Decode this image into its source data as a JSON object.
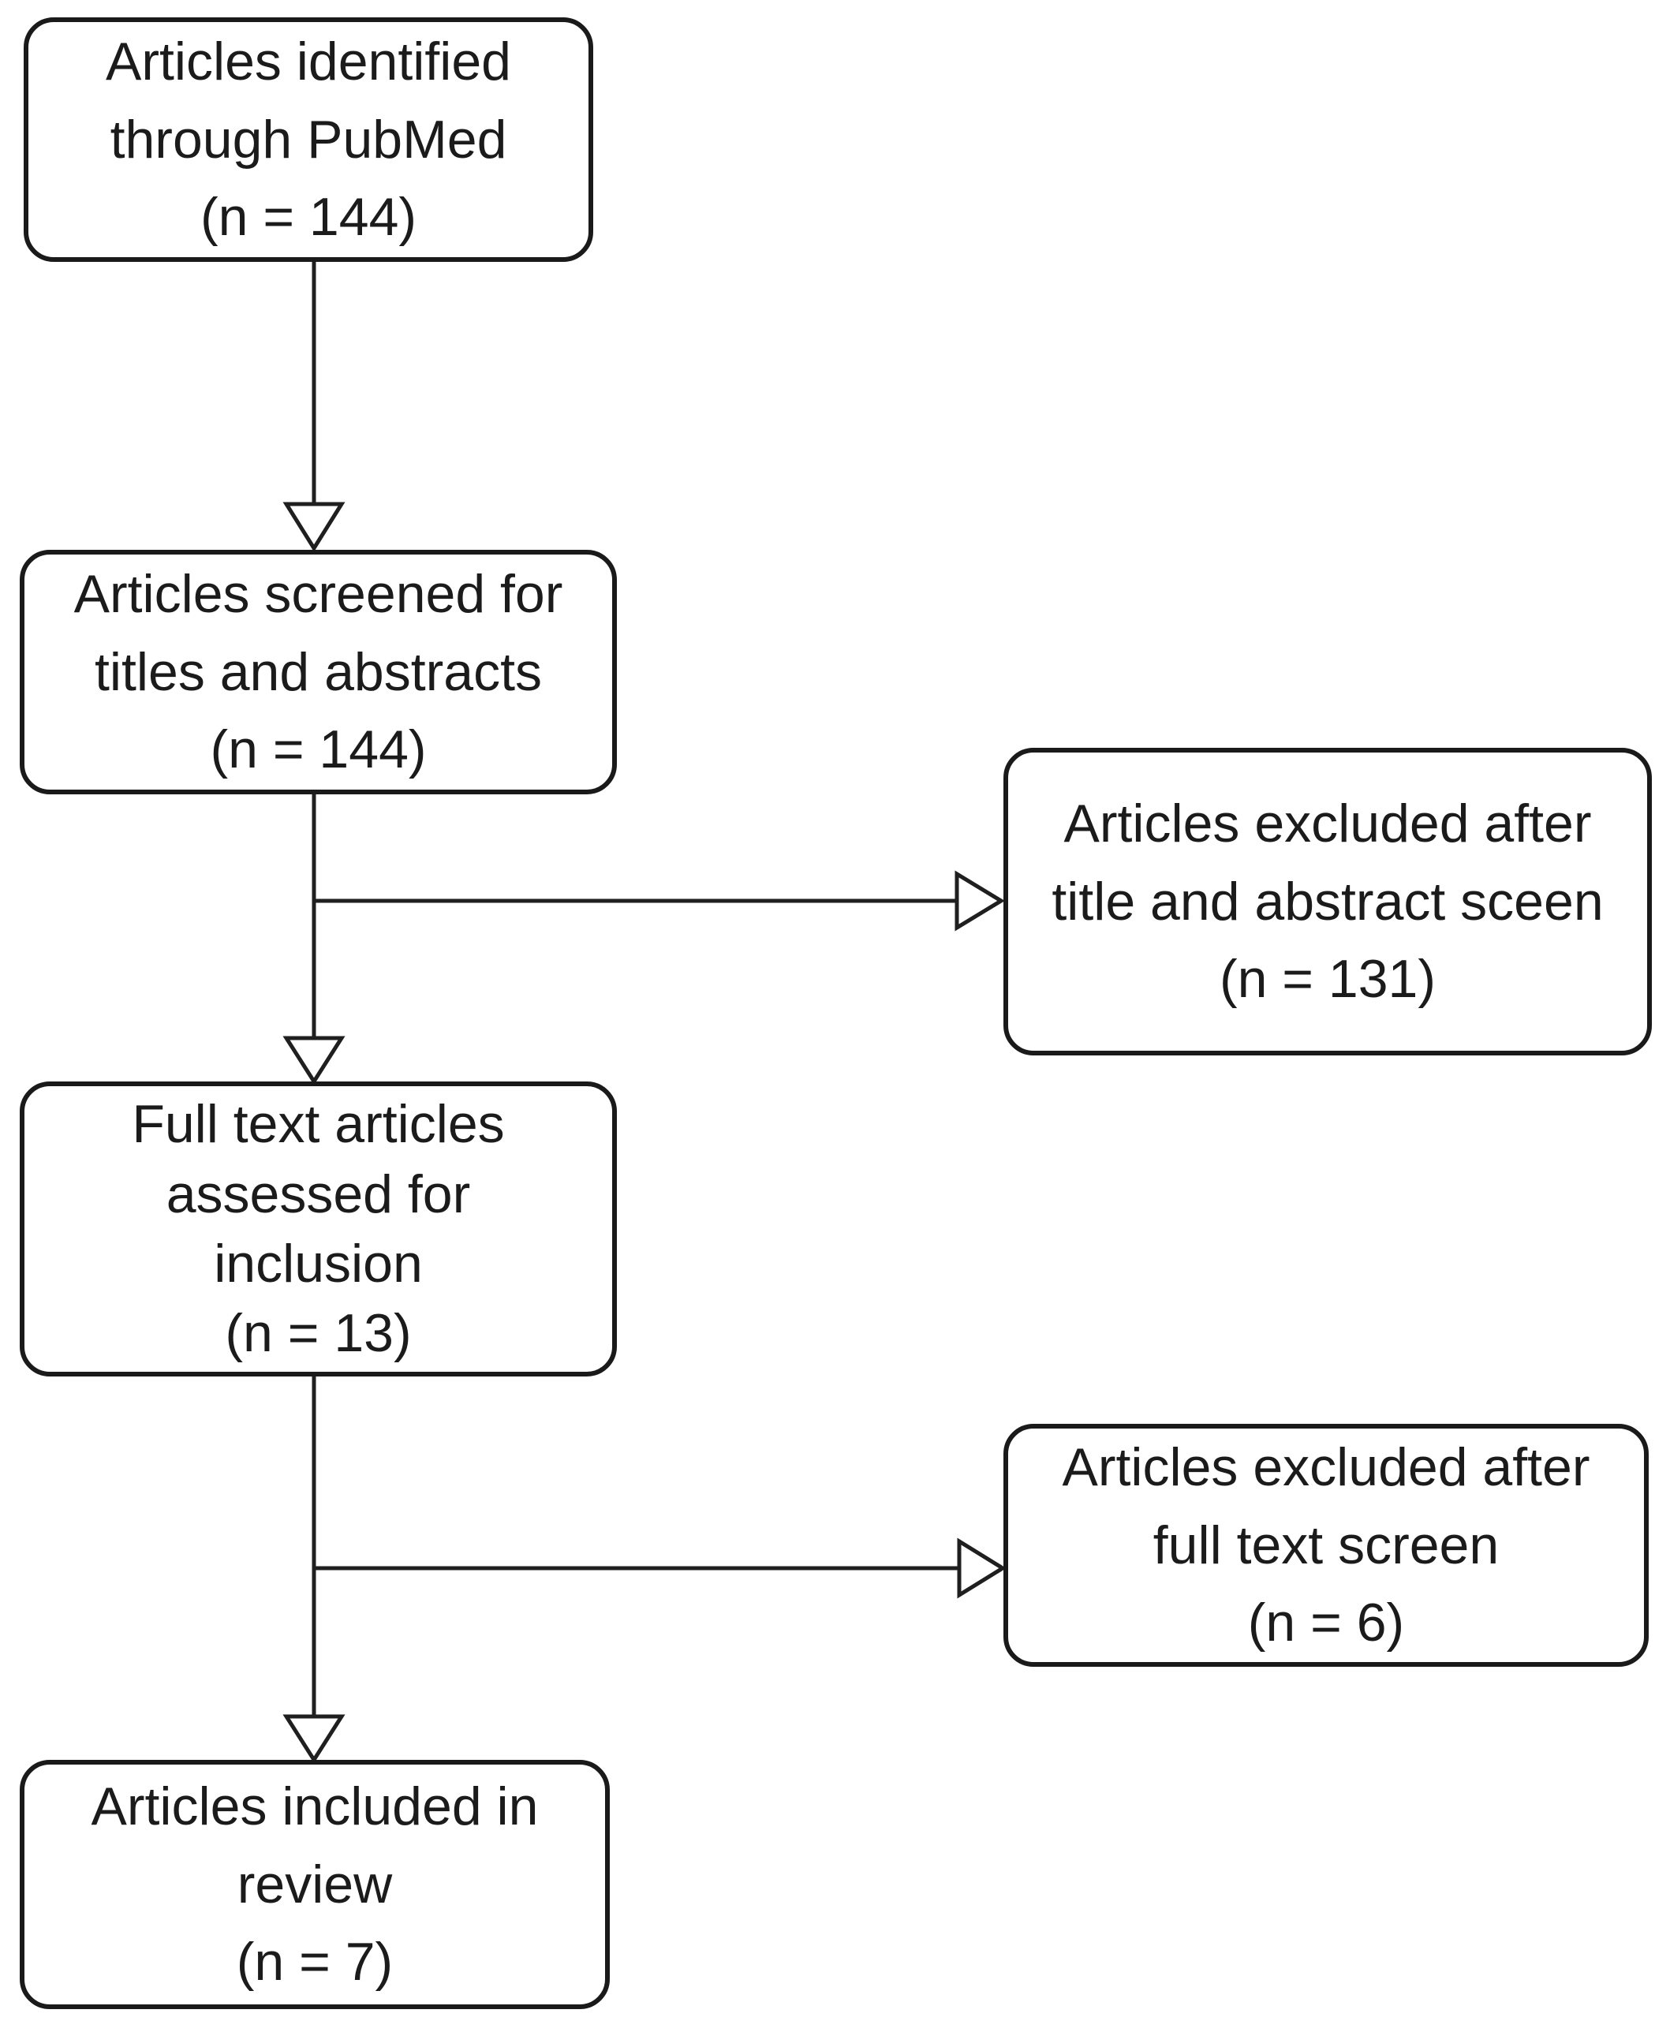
{
  "diagram": {
    "type": "flowchart",
    "boxes": {
      "identified": {
        "text": "Articles identified\nthrough PubMed\n(n = 144)",
        "n": 144
      },
      "screened": {
        "text": "Articles screened for\ntitles and abstracts\n(n = 144)",
        "n": 144
      },
      "excluded_title_abstract": {
        "text": "Articles excluded after\ntitle and abstract sceen\n(n = 131)",
        "n": 131
      },
      "fulltext_assessed": {
        "text": "Full text articles\nassessed for\ninclusion\n(n = 13)",
        "n": 13
      },
      "excluded_fulltext": {
        "text": "Articles excluded after\nfull text screen\n(n = 6)",
        "n": 6
      },
      "included": {
        "text": "Articles included in\nreview\n(n = 7)",
        "n": 7
      }
    },
    "colors": {
      "background": "#ffffff",
      "box_fill": "#ffffff",
      "box_border": "#1a1a1a",
      "line": "#1f1f1f",
      "text": "#1b1b1b"
    }
  }
}
